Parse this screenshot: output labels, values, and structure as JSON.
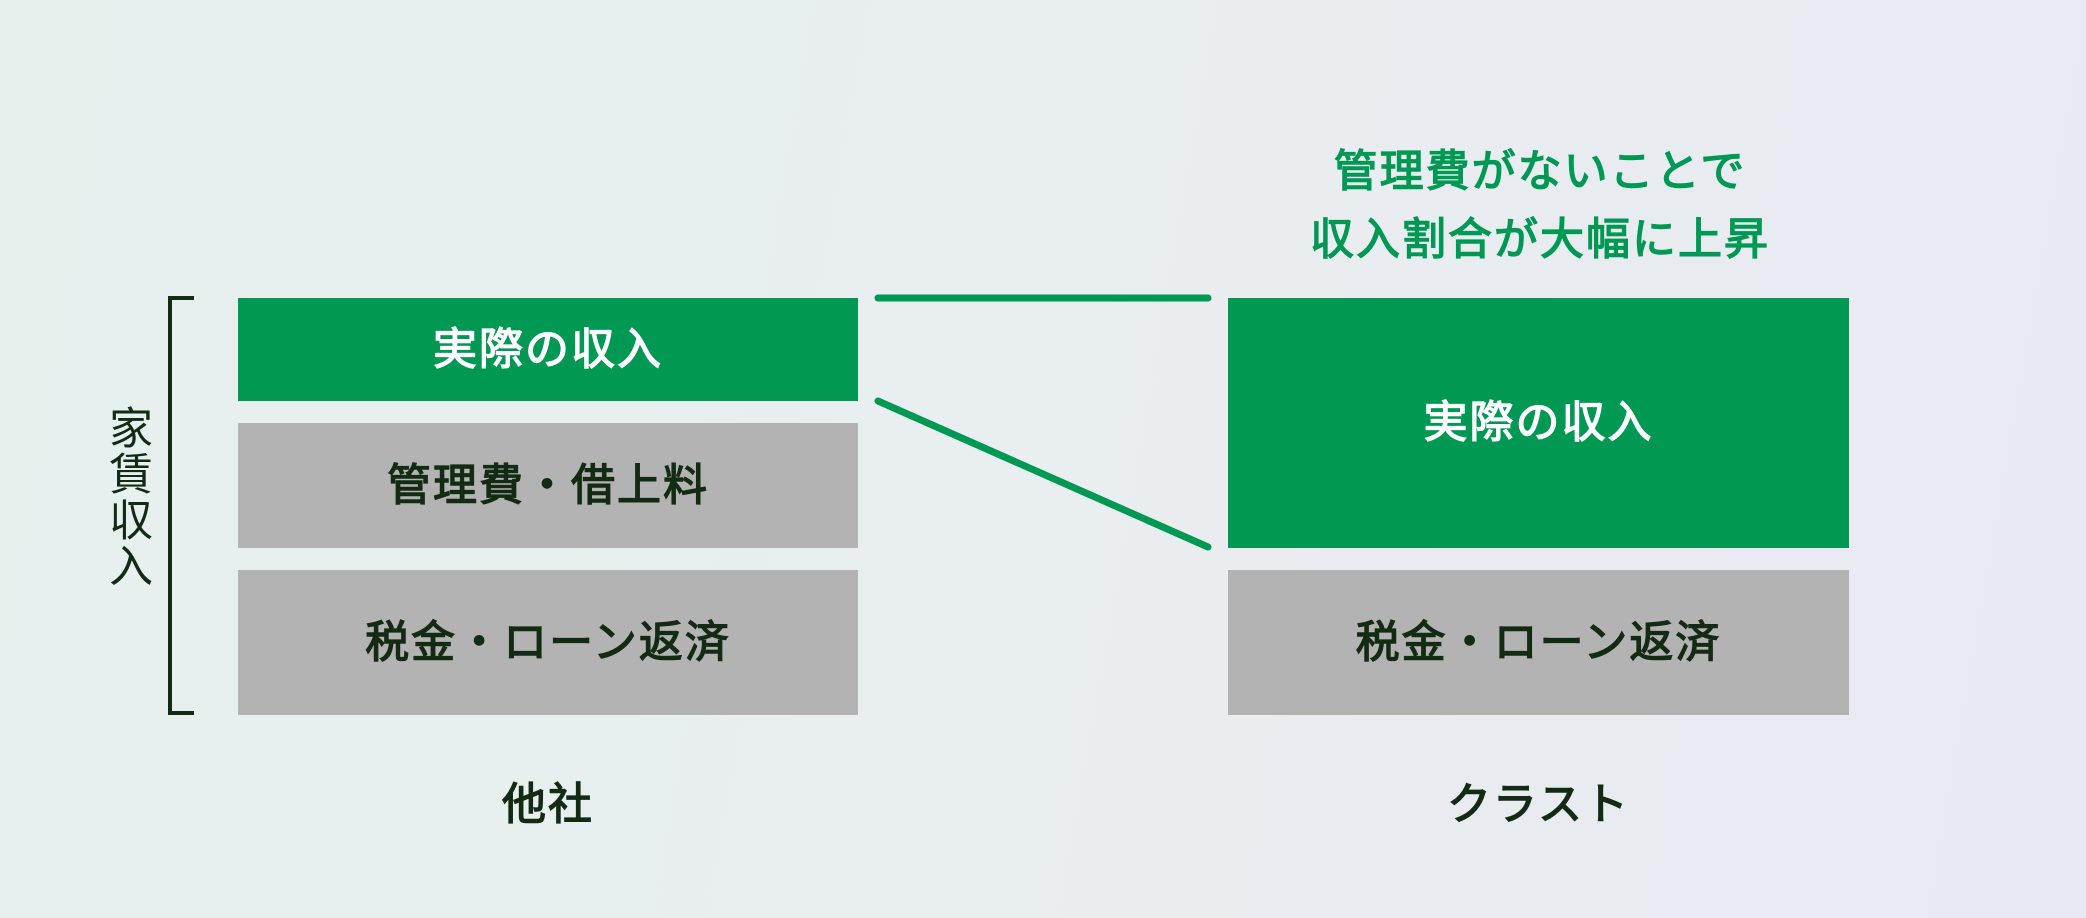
{
  "axis_label": "家賃収入",
  "note": {
    "line1": "管理費がないことで",
    "line2": "収入割合が大幅に上昇"
  },
  "left_column": {
    "caption": "他社",
    "blocks": {
      "income": "実際の収入",
      "management": "管理費・借上料",
      "tax_loan": "税金・ローン返済"
    }
  },
  "right_column": {
    "caption": "クラスト",
    "blocks": {
      "income": "実際の収入",
      "tax_loan": "税金・ローン返済"
    }
  },
  "colors": {
    "accent_green": "#009852",
    "block_gray": "#b3b3b3",
    "text_dark": "#132a13"
  }
}
